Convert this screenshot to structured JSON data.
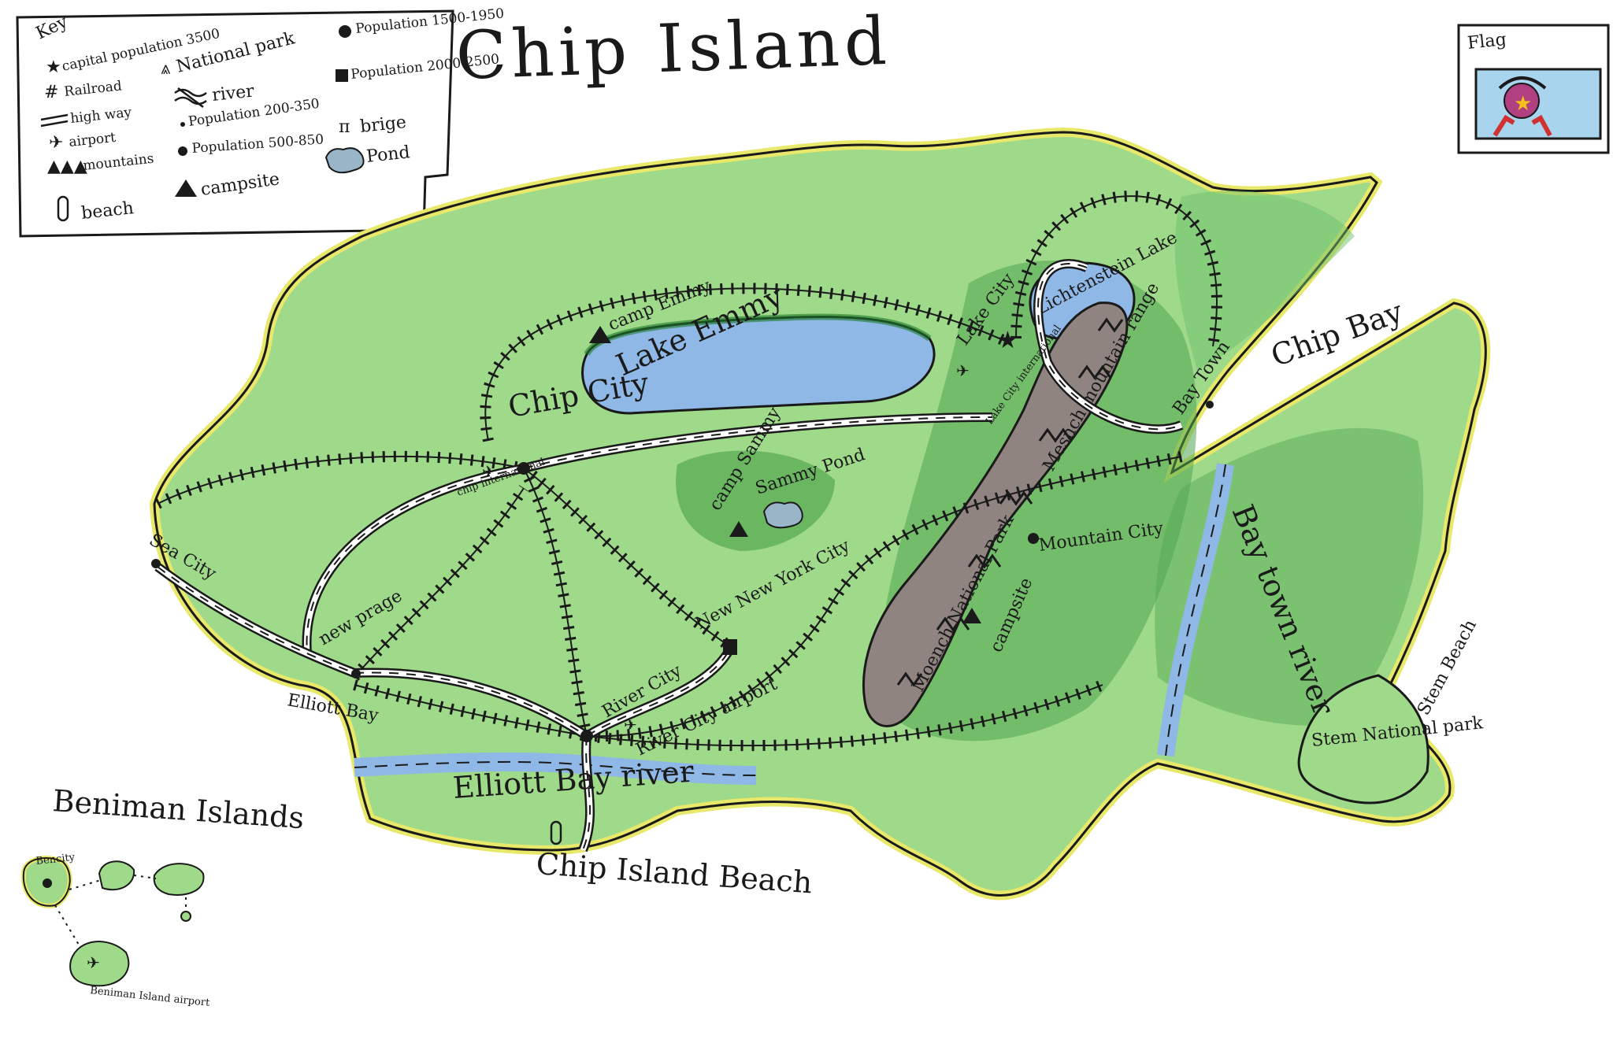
{
  "title": "Chip Island",
  "key": {
    "heading": "Key",
    "items": [
      {
        "id": "capital",
        "text": "capital population 3500"
      },
      {
        "id": "railroad",
        "text": "Railroad"
      },
      {
        "id": "highway",
        "text": "high way"
      },
      {
        "id": "airport",
        "text": "airport"
      },
      {
        "id": "mountains",
        "text": "mountains"
      },
      {
        "id": "beach",
        "text": "beach"
      },
      {
        "id": "national_park",
        "text": "National park"
      },
      {
        "id": "river",
        "text": "river"
      },
      {
        "id": "pop_200_350",
        "text": "Population 200-350"
      },
      {
        "id": "pop_500_850",
        "text": "Population 500-850"
      },
      {
        "id": "campsite",
        "text": "campsite"
      },
      {
        "id": "pop_1500_1950",
        "text": "Population 1500-1950"
      },
      {
        "id": "pop_2000_2500",
        "text": "Population 2000-2500"
      },
      {
        "id": "bridge",
        "text": "brige"
      },
      {
        "id": "pond",
        "text": "Pond"
      }
    ]
  },
  "flag": {
    "label": "Flag"
  },
  "places": {
    "lake_emmy": "Lake Emmy",
    "camp_emmy": "camp Emmy",
    "chip_city": "Chip City",
    "chip_international": "chip international",
    "sea_city": "Sea City",
    "new_prague": "new prage",
    "elliott_bay": "Elliott Bay",
    "elliott_bay_river": "Elliott Bay river",
    "river_city": "River City",
    "river_city_airport": "River City airport",
    "chip_island_beach": "Chip Island Beach",
    "new_new_york": "New New York City",
    "camp_sammy": "camp Sammy",
    "sammy_pond": "Sammy Pond",
    "lake_city": "Lake City",
    "lichtenstein_lake": "Lichtenstein Lake",
    "lake_city_international": "Lake City international",
    "mountain_range": "Mesnch mountain range",
    "mountain_city": "Mountain City",
    "moench_park": "Moench National Park",
    "campsite": "campsite",
    "bay_town": "Bay Town",
    "chip_bay": "Chip Bay",
    "bay_town_river": "Bay town river",
    "stem_park": "Stem National park",
    "stem_beach": "Stem Beach",
    "beniman_islands": "Beniman Islands",
    "ben_city": "Bencity",
    "beniman_airport": "Beniman Island airport"
  },
  "colors": {
    "land": "#9fd98a",
    "land_dark": "#4fa650",
    "coast": "#e8e86a",
    "water": "#8fb8e6",
    "mountain": "#8f8480",
    "ink": "#1a1a1a"
  }
}
